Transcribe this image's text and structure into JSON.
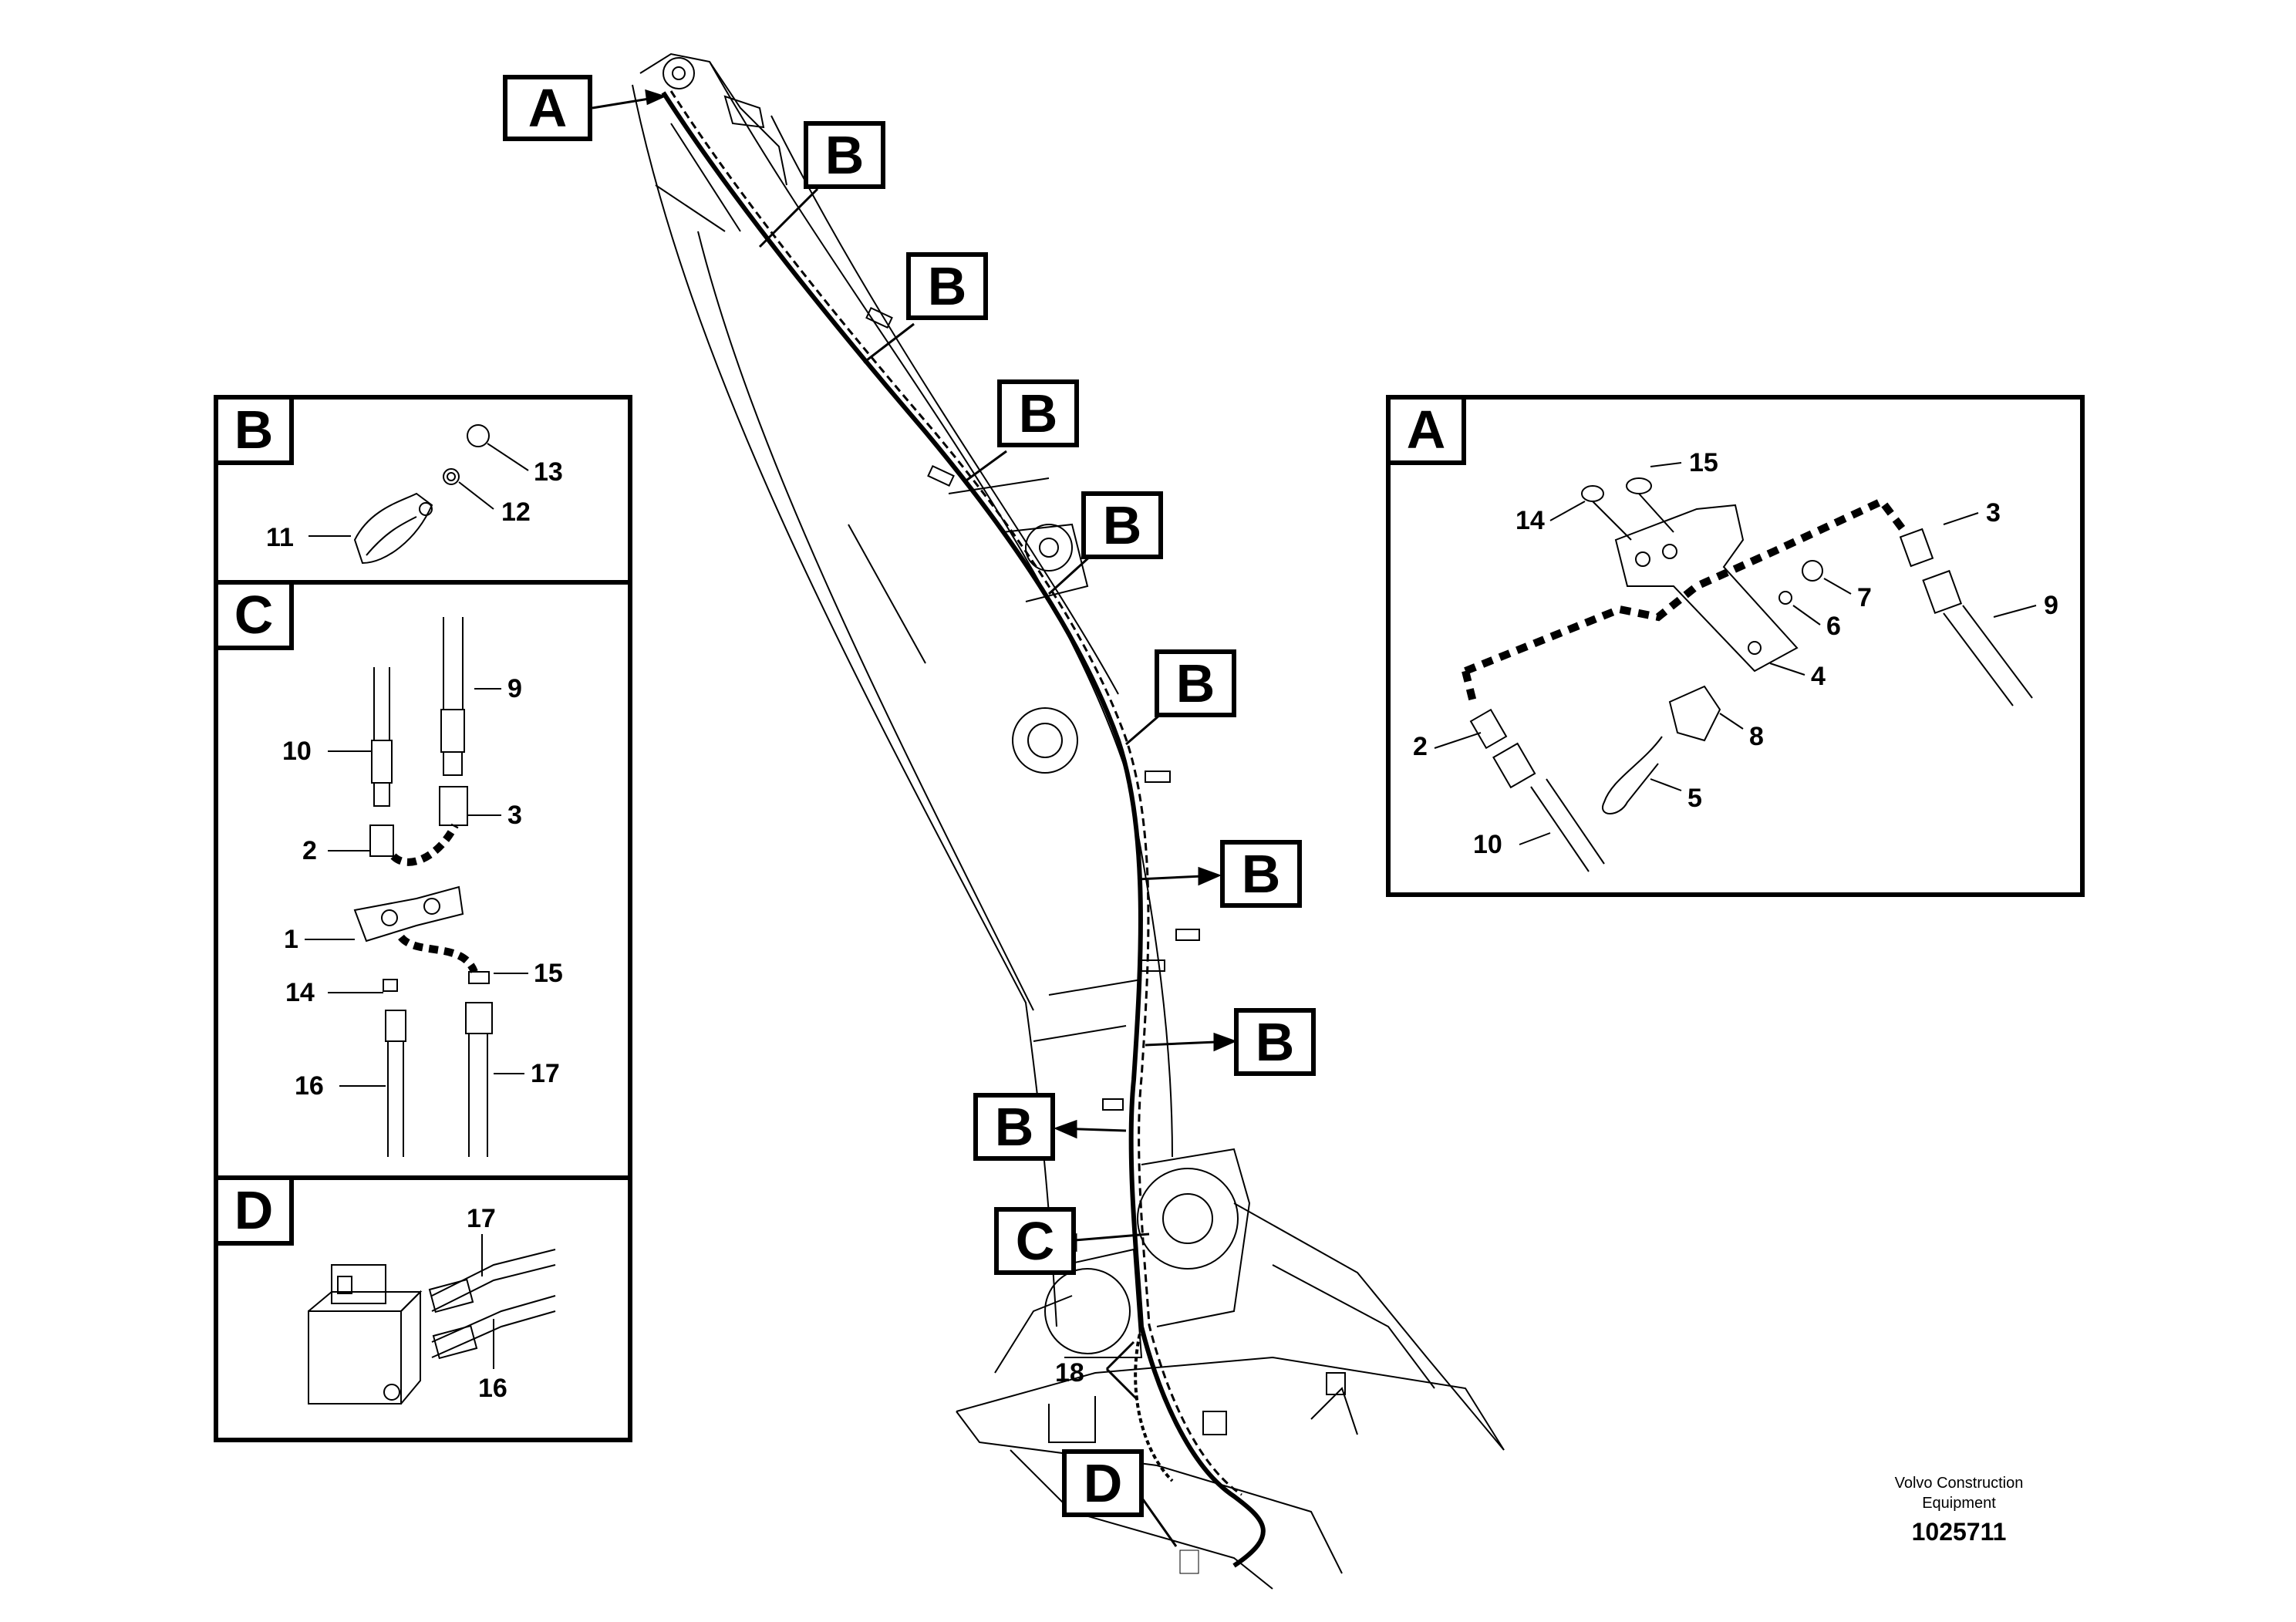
{
  "footer": {
    "company_line1": "Volvo Construction",
    "company_line2": "Equipment",
    "drawing_number": "1025711"
  },
  "callouts": {
    "A": "A",
    "B": "B",
    "C": "C",
    "D": "D"
  },
  "main_view": {
    "hose_item": "18"
  },
  "detail_b": {
    "title": "B",
    "items": [
      "13",
      "12",
      "11"
    ]
  },
  "detail_c": {
    "title": "C",
    "items": [
      "9",
      "10",
      "3",
      "2",
      "1",
      "15",
      "14",
      "17",
      "16"
    ]
  },
  "detail_d": {
    "title": "D",
    "items": [
      "17",
      "16"
    ]
  },
  "detail_a": {
    "title": "A",
    "items": [
      "15",
      "14",
      "3",
      "7",
      "9",
      "6",
      "4",
      "8",
      "2",
      "5",
      "10"
    ]
  }
}
